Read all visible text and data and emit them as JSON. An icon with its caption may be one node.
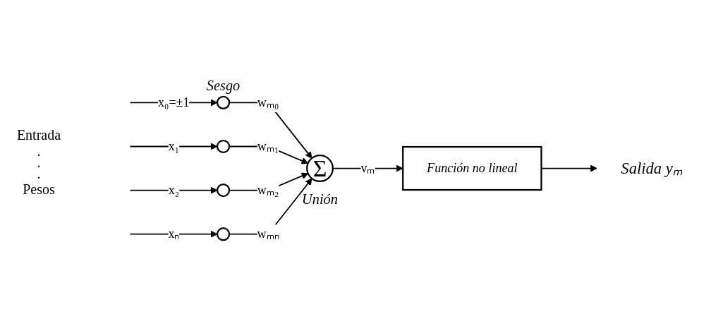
{
  "diagram": {
    "nodes": [
      {
        "text": [],
        "shape": "circle",
        "beside": [
          "Sesgo"
        ]
      },
      {
        "text": [],
        "shape": "circle"
      },
      {
        "text": [],
        "shape": "circle"
      },
      {
        "text": [],
        "shape": "circle"
      },
      {
        "text": [
          "Σ"
        ],
        "beside": [
          "Unión"
        ]
      },
      {
        "text": [
          "Función no lineal"
        ]
      },
      {
        "text": [
          "Salida yₘ"
        ]
      }
    ],
    "edges": [
      {
        "from": null,
        "to": 0,
        "arrow": "to",
        "label": "x₀=±1"
      },
      {
        "from": null,
        "to": 1,
        "arrow": "to",
        "label": "x₁"
      },
      {
        "from": null,
        "to": 2,
        "arrow": "to",
        "label": "x₂"
      },
      {
        "from": null,
        "to": 3,
        "arrow": "to",
        "label": "xₙ"
      },
      {
        "from": 0,
        "to": 4,
        "arrow": "to",
        "label": "wₘ₀"
      },
      {
        "from": 1,
        "to": 4,
        "arrow": "to",
        "label": "wₘ₁"
      },
      {
        "from": 2,
        "to": 4,
        "arrow": "to",
        "label": "wₘ₂"
      },
      {
        "from": 3,
        "to": 4,
        "arrow": "to",
        "label": "wₘₙ"
      },
      {
        "from": 4,
        "to": 5,
        "arrow": "to",
        "label": "vₘ"
      },
      {
        "from": 5,
        "to": 6,
        "arrow": "to"
      }
    ],
    "labels": [
      "Entrada",
      ".",
      ".",
      ".",
      "Pesos"
    ]
  }
}
